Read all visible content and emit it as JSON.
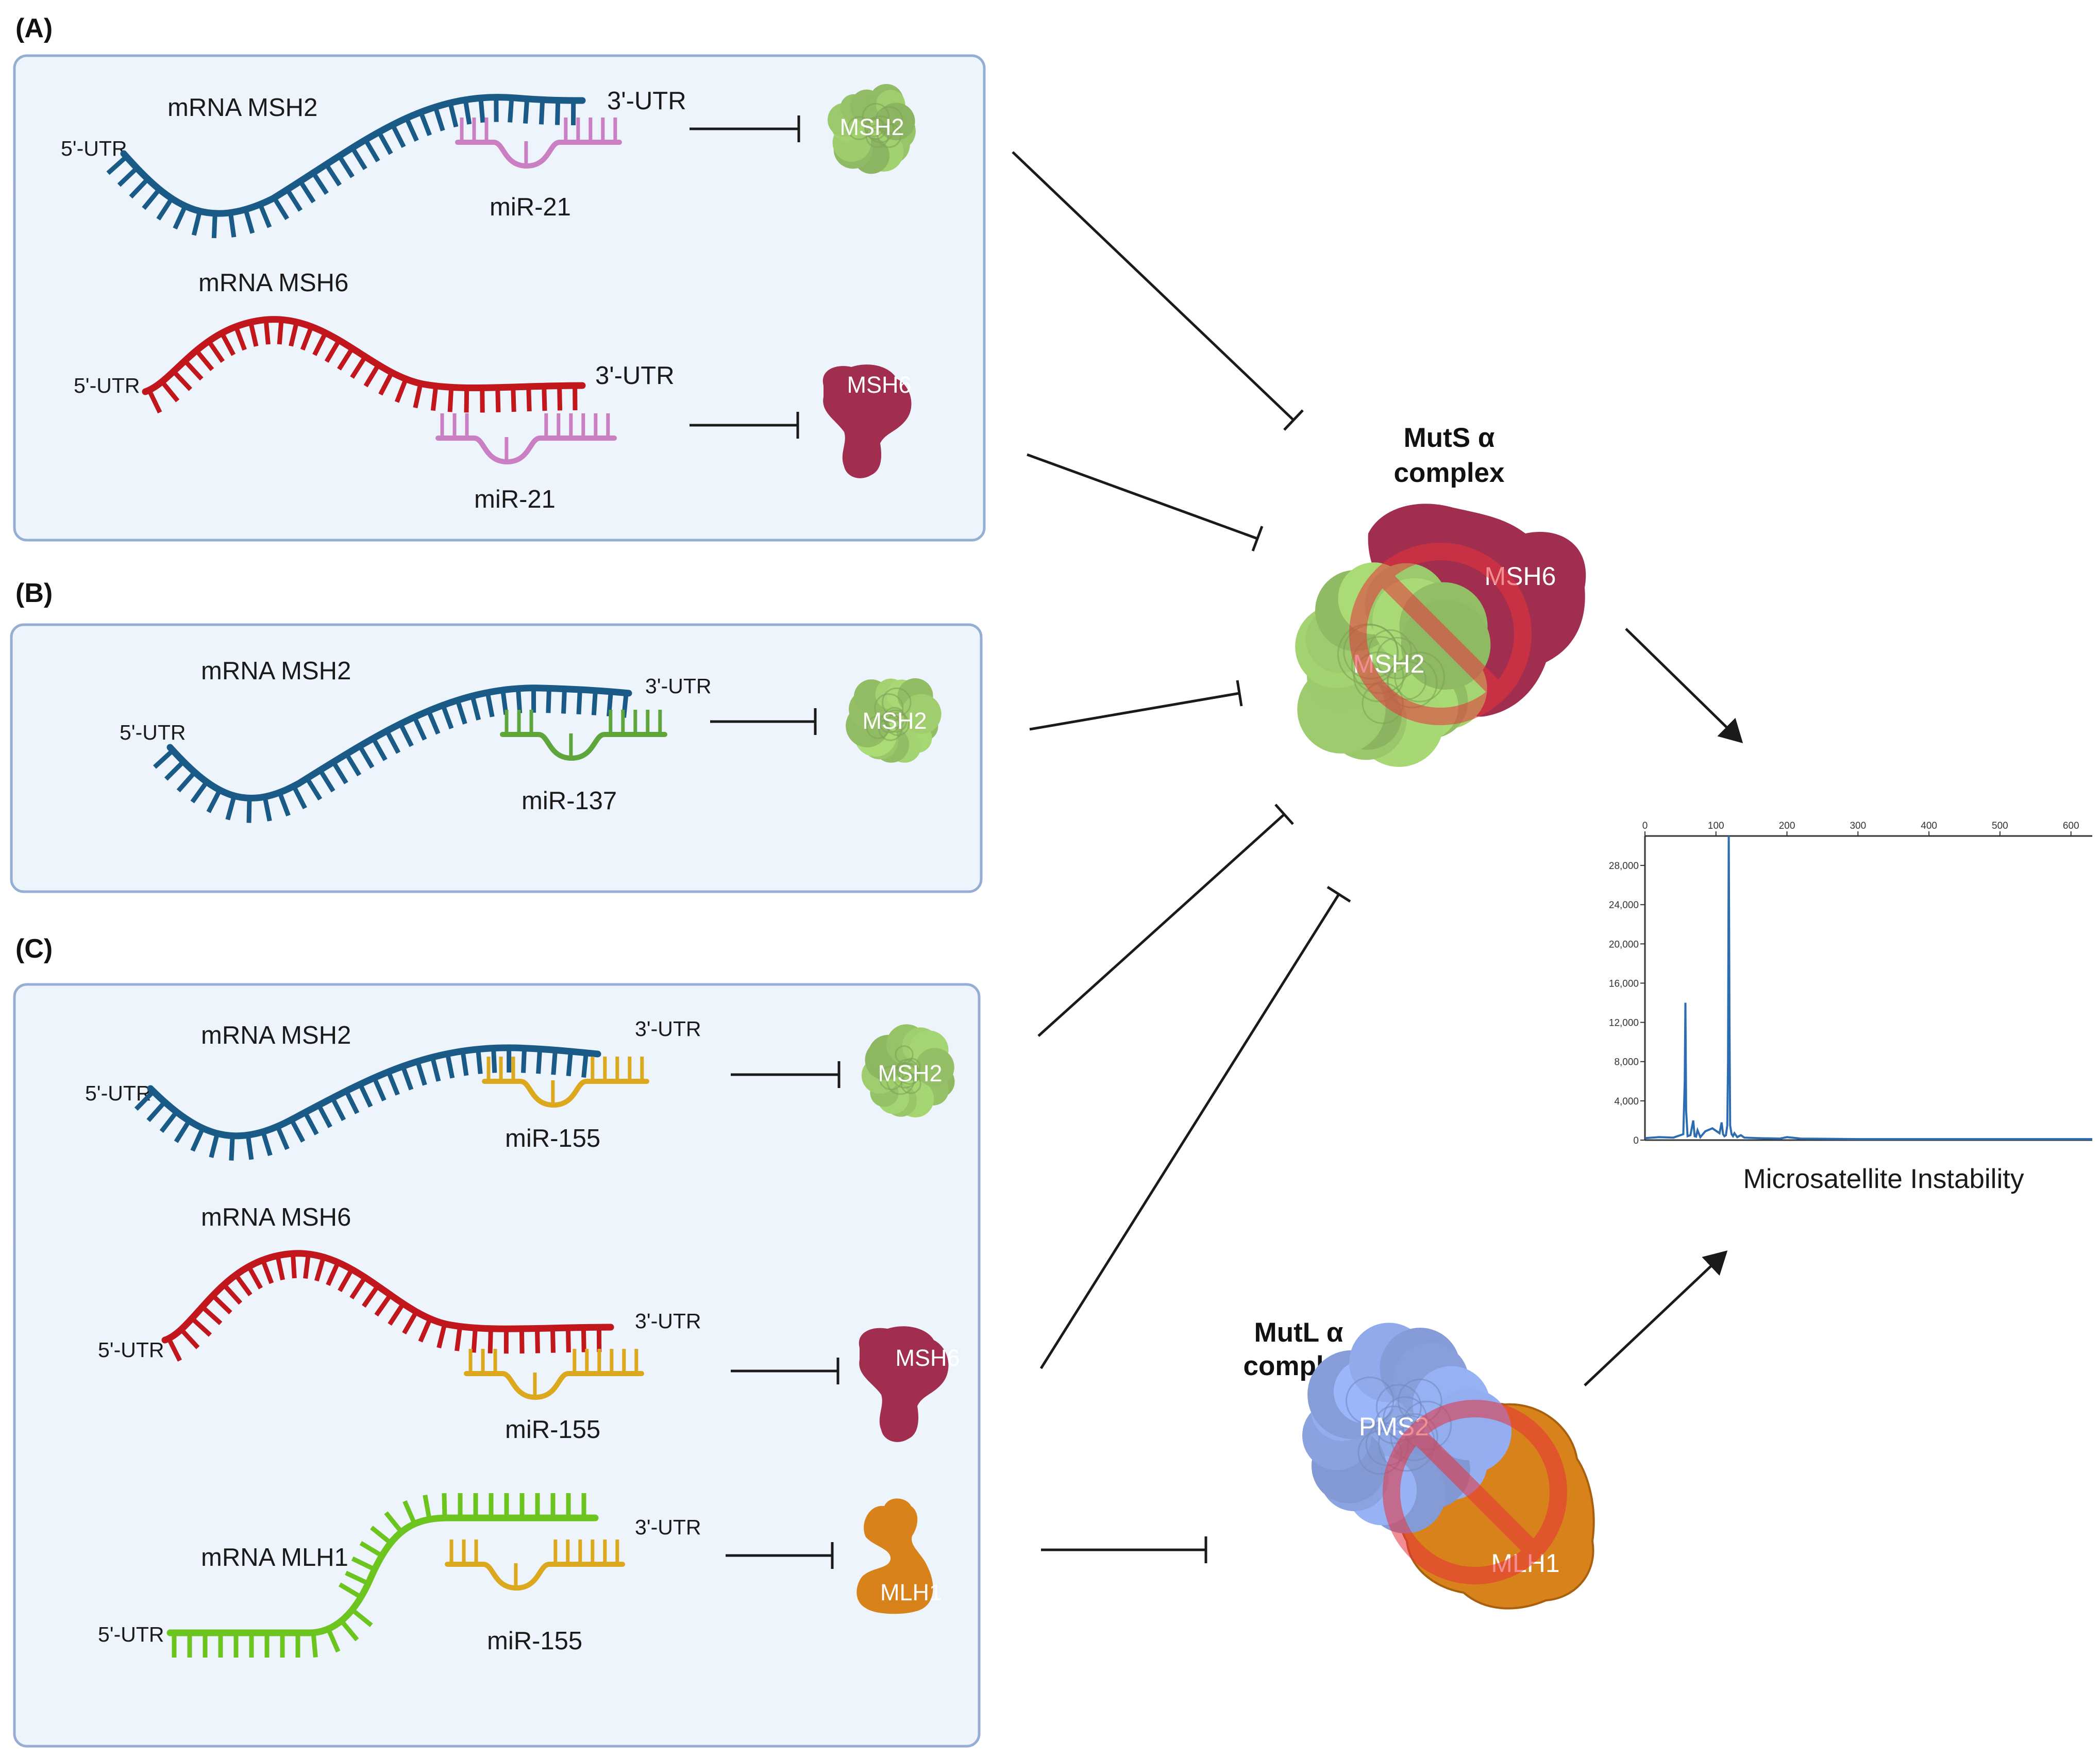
{
  "panels": {
    "a": {
      "letter": "(A)",
      "row1": {
        "mrna": "mRNA MSH2",
        "utr5": "5'-UTR",
        "utr3": "3'-UTR",
        "mirna": "miR-21",
        "protein": "MSH2"
      },
      "row2": {
        "mrna": "mRNA MSH6",
        "utr5": "5'-UTR",
        "utr3": "3'-UTR",
        "mirna": "miR-21",
        "protein": "MSH6"
      }
    },
    "b": {
      "letter": "(B)",
      "row1": {
        "mrna": "mRNA MSH2",
        "utr5": "5'-UTR",
        "utr3": "3'-UTR",
        "mirna": "miR-137",
        "protein": "MSH2"
      }
    },
    "c": {
      "letter": "(C)",
      "row1": {
        "mrna": "mRNA MSH2",
        "utr5": "5'-UTR",
        "utr3": "3'-UTR",
        "mirna": "miR-155",
        "protein": "MSH2"
      },
      "row2": {
        "mrna": "mRNA MSH6",
        "utr5": "5'-UTR",
        "utr3": "3'-UTR",
        "mirna": "miR-155",
        "protein": "MSH6"
      },
      "row3": {
        "mrna": "mRNA MLH1",
        "utr5": "5'-UTR",
        "utr3": "3'-UTR",
        "mirna": "miR-155",
        "protein": "MLH1"
      }
    }
  },
  "muts": {
    "title_line1": "MutS α",
    "title_line2": "complex",
    "protein_a": "MSH6",
    "protein_b": "MSH2"
  },
  "mutl": {
    "title_line1": "MutL α",
    "title_line2": "complex",
    "protein_a": "PMS2",
    "protein_b": "MLH1"
  },
  "msi": {
    "label": "Microsatellite Instability"
  },
  "colors": {
    "msh2_mrna": "#1a5a87",
    "msh6_mrna": "#c0161c",
    "mlh1_mrna": "#6cc51f",
    "mir21": "#c97fc2",
    "mir137": "#5ea63b",
    "mir155": "#dca81d",
    "msh2_protein": "#9bc86b",
    "msh6_protein": "#a12e4f",
    "mlh1_protein": "#d7821a",
    "pms2_protein": "#8fa8e8",
    "trace": "#2b6db0"
  },
  "chart_data": {
    "type": "line",
    "title": "",
    "xlabel": "",
    "ylabel": "",
    "x_ticks": [
      "0",
      "100",
      "200",
      "300",
      "400",
      "500",
      "600"
    ],
    "y_ticks": [
      "0",
      "4,000",
      "8,000",
      "12,000",
      "16,000",
      "20,000",
      "24,000",
      "28,000"
    ],
    "xlim": [
      0,
      630
    ],
    "ylim": [
      0,
      31000
    ],
    "series": [
      {
        "x": [
          0,
          20,
          40,
          54,
          56,
          57,
          58,
          60,
          64,
          68,
          70,
          72,
          74,
          78,
          85,
          95,
          105,
          108,
          110,
          112,
          114,
          116,
          117,
          118,
          119,
          120,
          122,
          124,
          126,
          130,
          135,
          140,
          160,
          190,
          200,
          220,
          300,
          400,
          500,
          630
        ],
        "y": [
          200,
          300,
          250,
          600,
          6000,
          14000,
          3000,
          400,
          500,
          2000,
          400,
          350,
          1000,
          300,
          900,
          1200,
          700,
          1800,
          600,
          400,
          500,
          1500,
          8000,
          31000,
          12000,
          1500,
          600,
          400,
          700,
          300,
          500,
          250,
          200,
          150,
          300,
          150,
          100,
          100,
          100,
          100
        ]
      }
    ]
  }
}
